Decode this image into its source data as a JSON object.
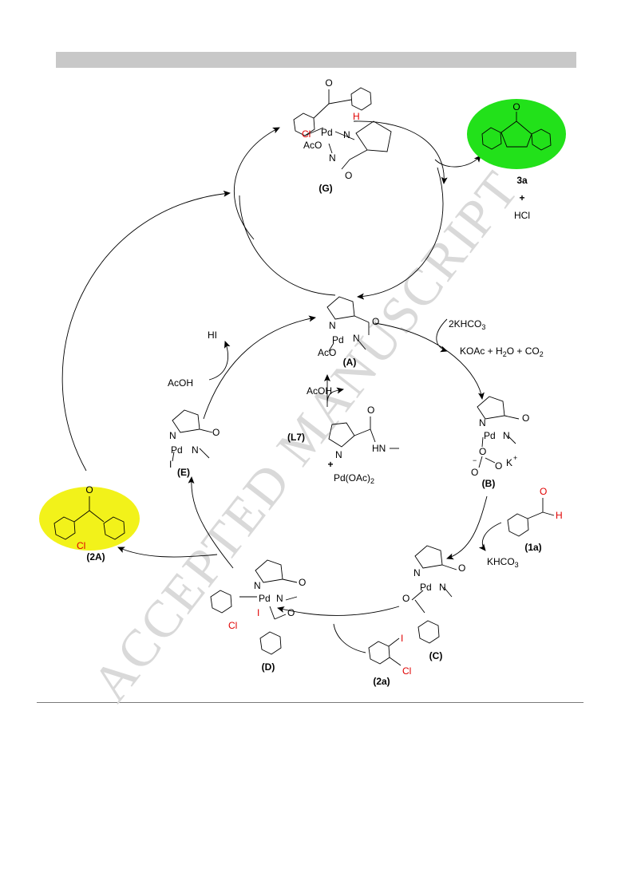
{
  "watermark": "ACCEPTED MANUSCRIPT",
  "colors": {
    "product_highlight": "#22e11a",
    "byproduct_highlight": "#f2f21a",
    "heteroatom_red": "#e00000",
    "arrow": "#000000"
  },
  "species": {
    "A": {
      "tag": "(A)",
      "pd": "Pd",
      "n1": "N",
      "n2": "N",
      "o": "O",
      "lig": "AcO"
    },
    "B": {
      "tag": "(B)",
      "pd": "Pd",
      "n1": "N",
      "n2": "N",
      "o1": "O",
      "o2": "O",
      "o3": "O",
      "o4": "O",
      "minus": "−",
      "k": "K",
      "plus": "+"
    },
    "C": {
      "tag": "(C)",
      "pd": "Pd",
      "n1": "N",
      "n2": "N",
      "o1": "O",
      "o2": "O"
    },
    "D": {
      "tag": "(D)",
      "pd": "Pd",
      "n1": "N",
      "n2": "N",
      "o1": "O",
      "o2": "O",
      "i": "I",
      "cl": "Cl"
    },
    "E": {
      "tag": "(E)",
      "pd": "Pd",
      "n1": "N",
      "n2": "N",
      "o": "O",
      "i": "I"
    },
    "G": {
      "tag": "(G)",
      "pd": "Pd",
      "n1": "N",
      "n2": "N",
      "o1": "O",
      "o2": "O",
      "cl": "Cl",
      "h": "H",
      "lig": "AcO"
    },
    "L7": {
      "tag": "(L7)",
      "n": "N",
      "hn": "HN",
      "o": "O",
      "plus": "+",
      "pd": "Pd(OAc)",
      "pd_sub": "2"
    },
    "s1a": {
      "tag": "(1a)",
      "o": "O",
      "h": "H"
    },
    "s2a": {
      "tag": "(2a)",
      "i": "I",
      "cl": "Cl"
    },
    "s2A": {
      "tag": "(2A)",
      "o": "O",
      "cl": "Cl"
    },
    "s3a": {
      "tag": "3a",
      "o": "O",
      "plus": "+",
      "hcl": "HCl"
    }
  },
  "reagents": {
    "khco3_in_pre": "2KHCO",
    "khco3_in_sub": "3",
    "byprod_1": "KOAc + H",
    "byprod_1_sub": "2",
    "byprod_2": "O + CO",
    "byprod_2_sub": "2",
    "khco3_out_pre": "KHCO",
    "khco3_out_sub": "3",
    "acoh_top": "AcOH",
    "acoh_left": "AcOH",
    "hi": "HI"
  }
}
